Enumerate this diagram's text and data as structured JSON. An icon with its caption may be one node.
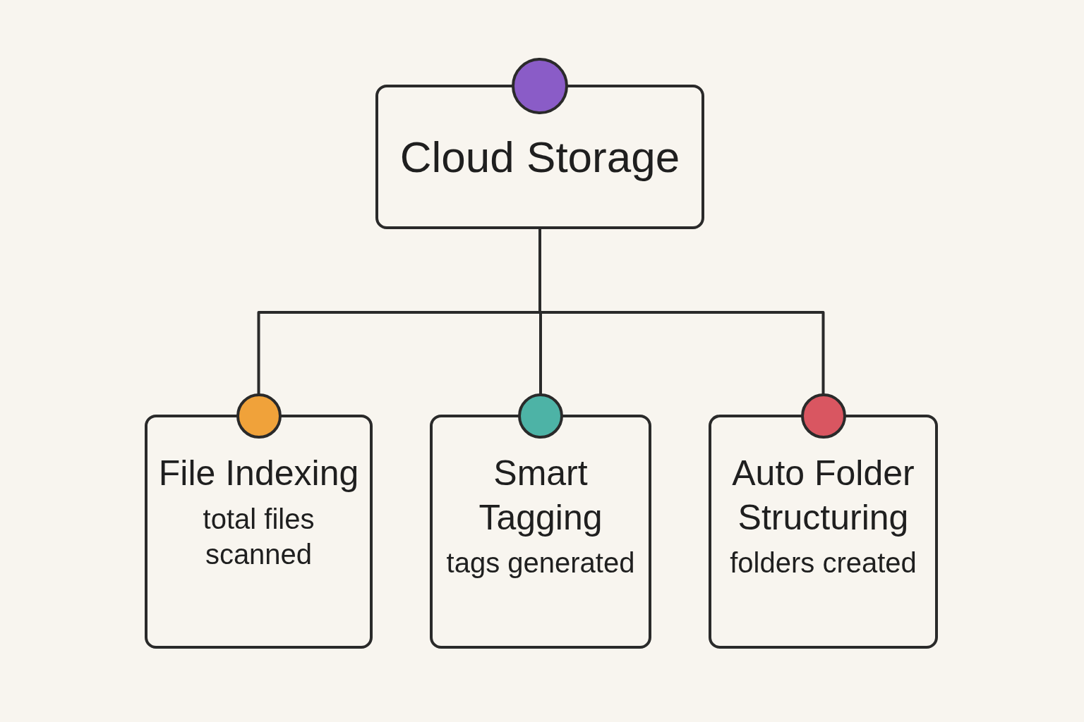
{
  "diagram": {
    "nodes": [
      {
        "text": [
          "Cloud Storage"
        ]
      },
      {
        "text": [
          "File Indexing",
          "total files scanned"
        ]
      },
      {
        "text": [
          "Smart Tagging",
          "tags generated"
        ]
      },
      {
        "text": [
          "Auto Folder Structuring",
          "folders created"
        ]
      }
    ],
    "edges": [
      {
        "from": 0,
        "to": 1,
        "arrow": "none"
      },
      {
        "from": 0,
        "to": 2,
        "arrow": "none"
      },
      {
        "from": 0,
        "to": 3,
        "arrow": "none"
      }
    ]
  }
}
